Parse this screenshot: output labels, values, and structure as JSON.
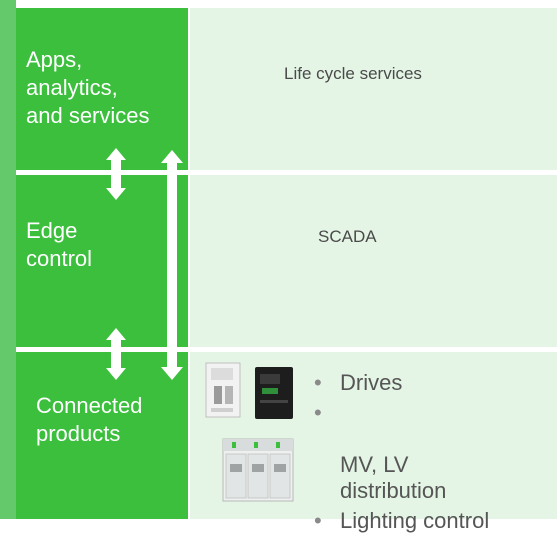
{
  "layers": [
    {
      "left": "Apps,\nanalytics,\nand services",
      "right": "Life cycle services"
    },
    {
      "left": "Edge\ncontrol",
      "right": "SCADA"
    },
    {
      "left": "Connected\nproducts",
      "right": ""
    }
  ],
  "products": {
    "bullets": [
      "Drives",
      "MV, LV\ndistribution",
      "Lighting control"
    ]
  },
  "colors": {
    "left_block": "#3bbf3d",
    "right_block": "#e4f5e5",
    "accent_bar": "#64c96b",
    "arrow": "#ffffff"
  }
}
